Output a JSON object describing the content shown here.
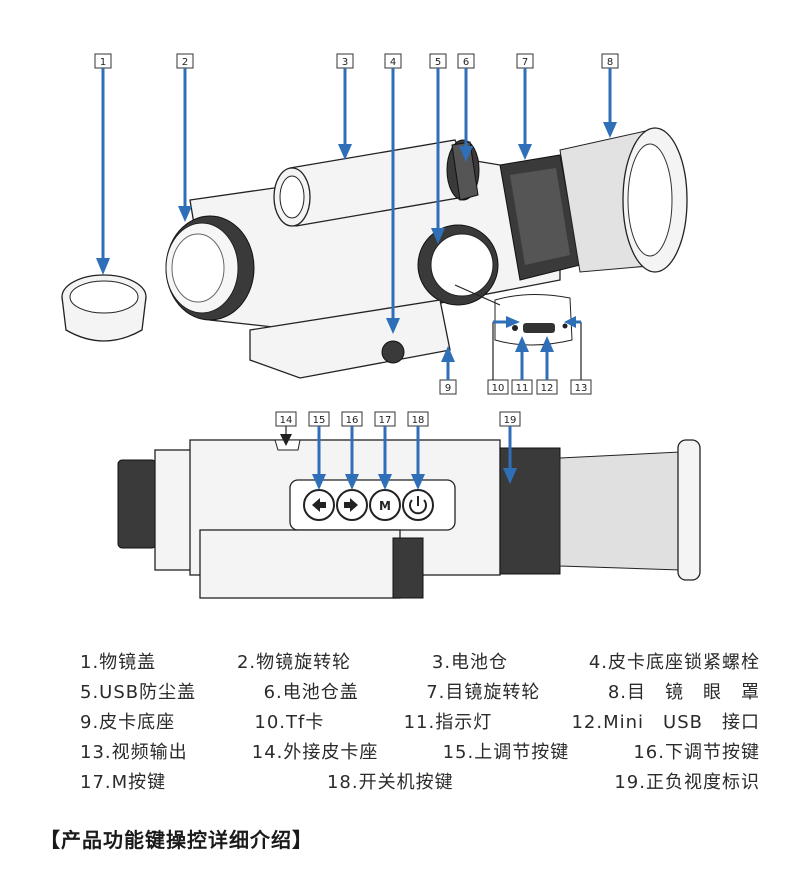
{
  "callouts": {
    "top": [
      "1",
      "2",
      "3",
      "4",
      "5",
      "6",
      "7",
      "8"
    ],
    "bottom_usb": [
      "10",
      "11",
      "12",
      "13"
    ],
    "base": "9",
    "lower": [
      "14",
      "15",
      "16",
      "17",
      "18",
      "19"
    ]
  },
  "legend": [
    [
      "1.物镜盖",
      "2.物镜旋转轮",
      "3.电池仓",
      "4.皮卡底座锁紧螺栓"
    ],
    [
      "5.USB防尘盖",
      "6.电池仓盖",
      "7.目镜旋转轮",
      "8.目　镜　眼　罩"
    ],
    [
      "9.皮卡底座",
      "10.Tf卡",
      "11.指示灯",
      "12.Mini　USB　接口"
    ],
    [
      "13.视频输出",
      "14.外接皮卡座",
      "15.上调节按键",
      "16.下调节按键"
    ],
    [
      "17.M按键",
      "18.开关机按键",
      "19.正负视度标识"
    ]
  ],
  "section_title": "【产品功能键操控详细介绍】",
  "colors": {
    "pointer": "#2e6fb8",
    "text": "#2b2b2b"
  }
}
